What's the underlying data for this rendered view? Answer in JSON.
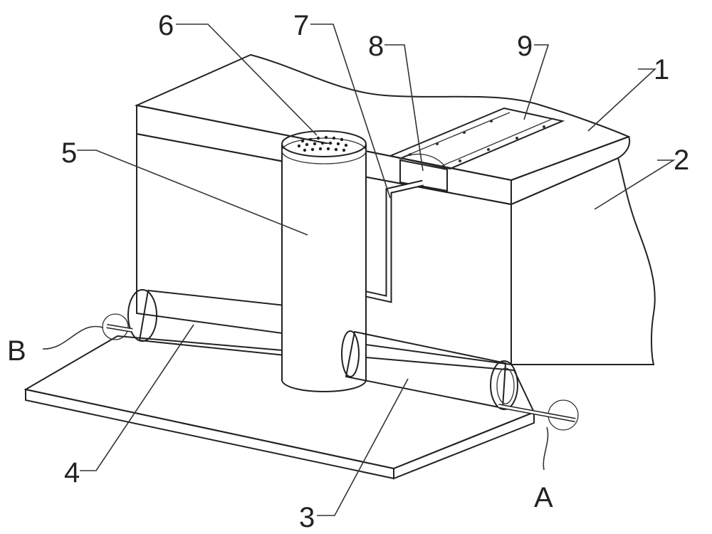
{
  "labels": {
    "l1": "1",
    "l2": "2",
    "l3": "3",
    "l4": "4",
    "l5": "5",
    "l6": "6",
    "l7": "7",
    "l8": "8",
    "l9": "9",
    "lA": "A",
    "lB": "B"
  }
}
